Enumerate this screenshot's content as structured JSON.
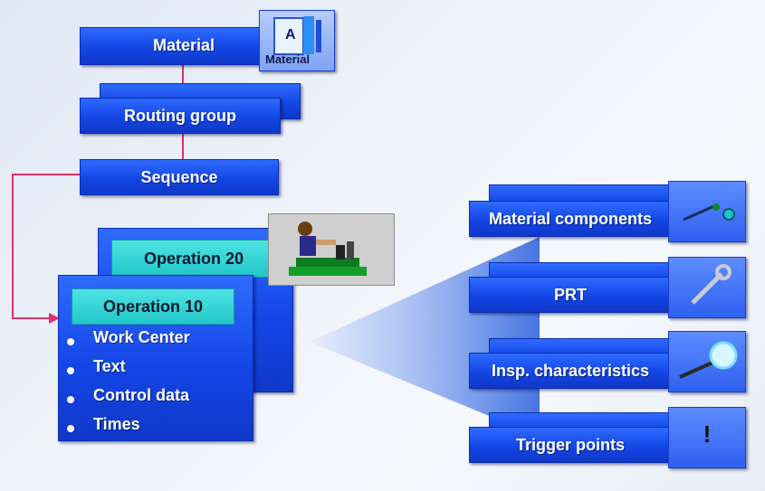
{
  "hierarchy": {
    "material": "Material",
    "routing_group": "Routing group",
    "sequence": "Sequence",
    "operation_20": "Operation 20",
    "operation_10": "Operation 10"
  },
  "material_icon": {
    "letter": "A",
    "caption": "Material",
    "icon": "material-cube-icon"
  },
  "operation_details": [
    "Work Center",
    "Text",
    "Control data",
    "Times"
  ],
  "assignments": [
    {
      "label": "Material components",
      "icon": "components-icon"
    },
    {
      "label": "PRT",
      "icon": "wrench-icon"
    },
    {
      "label": "Insp. characteristics",
      "icon": "magnifier-icon"
    },
    {
      "label": "Trigger points",
      "icon": "exclamation-icon",
      "symbol": "!"
    }
  ],
  "colors": {
    "box_blue": "#1446e6",
    "teal": "#21c6c9",
    "connector_pink": "#e0306a",
    "fan_blue": "#3d6fe0"
  }
}
